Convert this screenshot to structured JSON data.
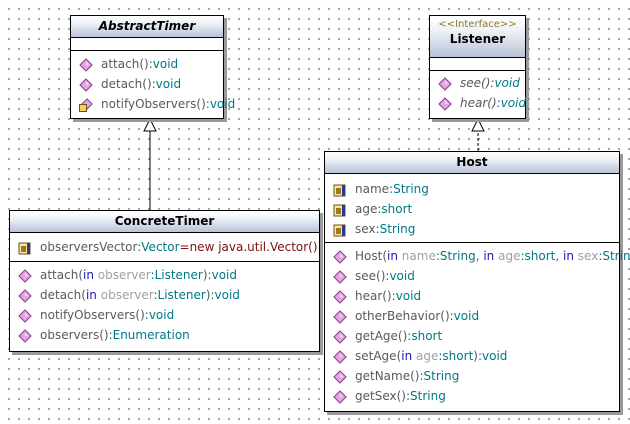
{
  "classes": {
    "abstract_timer": {
      "name": "AbstractTimer",
      "methods": [
        {
          "name": "attach",
          "sig": "()",
          "ret": ":void"
        },
        {
          "name": "detach",
          "sig": "()",
          "ret": ":void"
        },
        {
          "name": "notifyObservers",
          "sig": "()",
          "ret": ":void"
        }
      ]
    },
    "concrete_timer": {
      "name": "ConcreteTimer",
      "attribute": {
        "name": "observersVector",
        "type": ":Vector",
        "eq": "=",
        "init": "new java.util.Vector()"
      },
      "methods": {
        "attach": {
          "name": "attach",
          "open": "(",
          "kw": "in",
          "param": "observer",
          "ptype": ":Listener",
          "close": ")",
          "ret": ":void"
        },
        "detach": {
          "name": "detach",
          "open": "(",
          "kw": "in",
          "param": "observer",
          "ptype": ":Listener",
          "close": ")",
          "ret": ":void"
        },
        "notify": {
          "name": "notifyObservers",
          "sig": "()",
          "ret": ":void"
        },
        "observers": {
          "name": "observers",
          "sig": "()",
          "ret": ":Enumeration"
        }
      }
    },
    "listener": {
      "stereotype": "<<Interface>>",
      "name": "Listener",
      "methods": [
        {
          "name": "see",
          "sig": "()",
          "ret": ":void"
        },
        {
          "name": "hear",
          "sig": "()",
          "ret": ":void"
        }
      ]
    },
    "host": {
      "name": "Host",
      "attributes": [
        {
          "name": "name",
          "type": ":String"
        },
        {
          "name": "age",
          "type": ":short"
        },
        {
          "name": "sex",
          "type": ":String"
        }
      ],
      "ctor": {
        "name": "Host",
        "open": "(",
        "kw1": "in",
        "p1": "name",
        "t1": ":String",
        "c1": ", ",
        "kw2": "in",
        "p2": "age",
        "t2": ":short",
        "c2": ", ",
        "kw3": "in",
        "p3": "sex",
        "t3": ":String",
        "close": ")"
      },
      "methods": {
        "see": {
          "name": "see",
          "sig": "()",
          "ret": ":void"
        },
        "hear": {
          "name": "hear",
          "sig": "()",
          "ret": ":void"
        },
        "other": {
          "name": "otherBehavior",
          "sig": "()",
          "ret": ":void"
        },
        "getAge": {
          "name": "getAge",
          "sig": "()",
          "ret": ":short"
        },
        "setAge": {
          "name": "setAge",
          "open": "(",
          "kw": "in",
          "param": "age",
          "ptype": ":short",
          "close": ")",
          "ret": ":void"
        },
        "getName": {
          "name": "getName",
          "sig": "()",
          "ret": ":String"
        },
        "getSex": {
          "name": "getSex",
          "sig": "()",
          "ret": ":String"
        }
      }
    }
  },
  "colors": {
    "method_icon": "#d98bd9",
    "attribute_icon": "#c8a030",
    "header_bottom": "#b8c3d6",
    "type_text": "#007788"
  }
}
